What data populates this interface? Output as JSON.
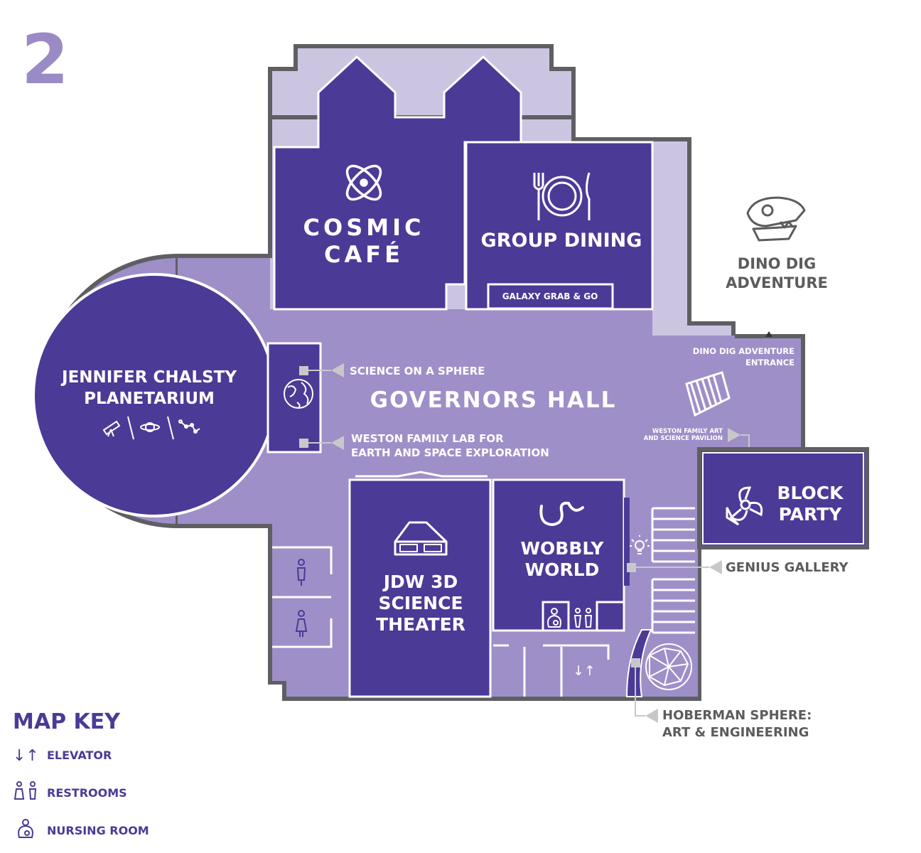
{
  "floor_number": "2",
  "colors": {
    "room": "#4b3a96",
    "hall": "#9e8fc8",
    "light": "#ccc5e2",
    "wall": "#5f5f63",
    "label_gray": "#5c5c5c",
    "floor_number": "#9a8ac6"
  },
  "rooms": {
    "cosmic_cafe": {
      "line1": "COSMIC",
      "line2": "CAFÉ",
      "icon": "atom-icon"
    },
    "group_dining": {
      "label": "GROUP DINING",
      "icon": "fork-plate-knife-icon"
    },
    "galaxy_grab": {
      "label": "GALAXY GRAB & GO"
    },
    "planetarium": {
      "line1": "JENNIFER CHALSTY",
      "line2": "PLANETARIUM",
      "icons": [
        "telescope-icon",
        "planet-icon",
        "constellation-icon"
      ]
    },
    "governors_hall": {
      "label": "GOVERNORS HALL"
    },
    "theater": {
      "line1": "JDW 3D",
      "line2": "SCIENCE",
      "line3": "THEATER",
      "icon": "3d-glasses-icon"
    },
    "wobbly_world": {
      "line1": "WOBBLY",
      "line2": "WORLD",
      "icon": "squiggle-icon"
    },
    "block_party": {
      "line1": "BLOCK",
      "line2": "PARTY",
      "icon": "pinwheel-icon"
    },
    "dino_dig": {
      "line1": "DINO DIG",
      "line2": "ADVENTURE",
      "icon": "dinosaur-skull-icon"
    }
  },
  "callouts": {
    "science_sphere": "SCIENCE ON A SPHERE",
    "weston_lab_line1": "WESTON FAMILY LAB FOR",
    "weston_lab_line2": "EARTH AND SPACE EXPLORATION",
    "dino_entrance_line1": "DINO DIG ADVENTURE",
    "dino_entrance_line2": "ENTRANCE",
    "weston_pavilion_line1": "WESTON FAMILY ART",
    "weston_pavilion_line2": "AND SCIENCE PAVILION",
    "genius_gallery": "GENIUS GALLERY",
    "hoberman_line1": "HOBERMAN SPHERE:",
    "hoberman_line2": "ART & ENGINEERING"
  },
  "map_key": {
    "title": "MAP KEY",
    "items": [
      {
        "icon": "elevator-icon",
        "label": "ELEVATOR"
      },
      {
        "icon": "restroom-icon",
        "label": "RESTROOMS"
      },
      {
        "icon": "nursing-room-icon",
        "label": "NURSING ROOM"
      }
    ]
  }
}
